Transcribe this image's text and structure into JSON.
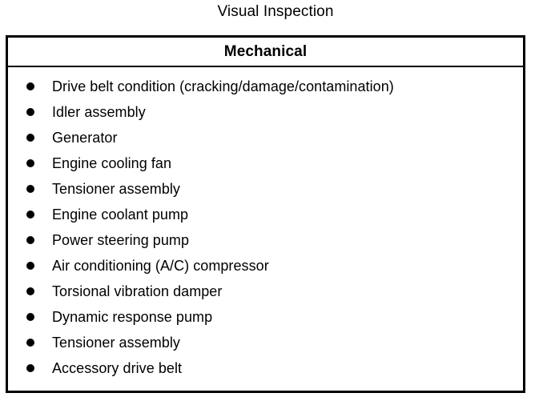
{
  "page": {
    "title": "Visual Inspection",
    "background_color": "#ffffff",
    "text_color": "#000000",
    "border_color": "#000000"
  },
  "table": {
    "header": "Mechanical",
    "bullet_icon": "filled-circle-bullet-icon",
    "items": [
      {
        "label": "Drive belt condition (cracking/damage/contamination)"
      },
      {
        "label": "Idler assembly"
      },
      {
        "label": "Generator"
      },
      {
        "label": "Engine cooling fan"
      },
      {
        "label": "Tensioner assembly"
      },
      {
        "label": "Engine coolant pump"
      },
      {
        "label": "Power steering pump"
      },
      {
        "label": "Air conditioning (A/C) compressor"
      },
      {
        "label": "Torsional vibration damper"
      },
      {
        "label": "Dynamic response pump"
      },
      {
        "label": "Tensioner assembly"
      },
      {
        "label": "Accessory drive belt"
      }
    ]
  }
}
